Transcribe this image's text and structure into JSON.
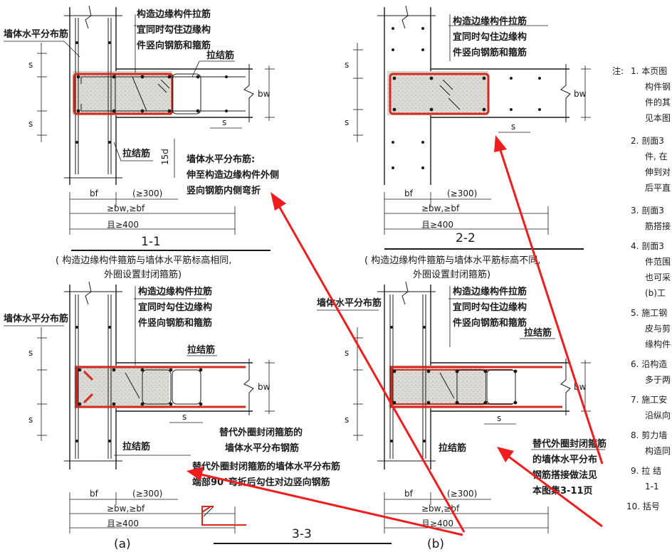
{
  "colors": {
    "line": "#1a1a1a",
    "red_rebar": "#d42a1f",
    "arrow": "#ef1d1d",
    "hatch": "#d7d5cf",
    "paper": "#ffffff"
  },
  "panels": {
    "p11": {
      "wall_rebar_label": "墙体水平分布筋",
      "tie_note_1": "构造边缘构件拉筋",
      "tie_note_2": "宜同时勾住边缘构",
      "tie_note_3": "件竖向钢筋和箍筋",
      "tie_label": "拉结筋",
      "tie_label_2": "拉结筋",
      "bend_note_1": "墙体水平分布筋:",
      "bend_note_2": "伸至构造边缘构件外侧",
      "bend_note_3": "竖向钢筋内侧弯折",
      "dim_s_top": "s",
      "dim_s_bot": "s",
      "dim_s": "s",
      "dim_bw": "bw",
      "dim_15d": "15d",
      "dim_bf": "bf",
      "dim_300": "(≥300)",
      "dim_bwbf": "≥bw,≥bf",
      "dim_400": "且≥400",
      "section": "1-1"
    },
    "p22": {
      "tie_note_1": "构造边缘构件拉筋",
      "tie_note_2": "宜同时勾住边缘构",
      "tie_note_3": "件竖向钢筋和箍筋",
      "dim_s_top": "s",
      "dim_s_bot": "s",
      "dim_s": "s",
      "dim_bw": "bw",
      "dim_bf": "bf",
      "dim_300": "(≥300)",
      "dim_bwbf": "≥bw,≥bf",
      "dim_400": "且≥400",
      "section": "2-2"
    },
    "caption_left_1": "( 构造边缘构件箍筋与墙体水平筋标高相同,",
    "caption_left_2": "外圈设置封闭箍筋)",
    "caption_right_1": "( 构造边缘构件箍筋与墙体水平筋标高不同,",
    "caption_right_2": "外圈设置封闭箍筋)",
    "pa": {
      "wall_rebar_label": "墙体水平分布筋",
      "tie_note_1": "构造边缘构件拉筋",
      "tie_note_2": "宜同时勾住边缘构",
      "tie_note_3": "件竖向钢筋和箍筋",
      "tie_label": "拉结筋",
      "tie_label_2": "拉结筋",
      "replace_1": "替代外圈封闭箍筋的",
      "replace_2": "墙体水平分布钢筋",
      "end_1": "替代外圈封闭箍筋的墙体水平分布筋",
      "end_2": "端部90°弯折后勾住对边竖向钢筋",
      "dim_s_top": "s",
      "dim_s_bot": "s",
      "dim_s": "s",
      "dim_bw": "bw",
      "dim_bf": "bf",
      "dim_300": "(≥300)",
      "dim_bwbf": "≥bw,≥bf",
      "dim_400": "且≥400",
      "label": "(a)"
    },
    "pb": {
      "wall_rebar_label": "墙体水平分布筋",
      "tie_note_1": "构造边缘构件拉筋",
      "tie_note_2": "宜同时勾住边缘构",
      "tie_note_3": "件竖向钢筋和箍筋",
      "tie_label": "拉结筋",
      "tie_label_2": "拉结筋",
      "replace_1": "替代外圈封闭箍筋",
      "replace_2": "的墙体水平分布",
      "replace_3": "钢筋搭接做法见",
      "replace_4": "本图集3-11页",
      "dim_s_top": "s",
      "dim_s_bot": "s",
      "dim_s": "s",
      "dim_bw": "bw",
      "dim_bf": "bf",
      "dim_300": "(≥300)",
      "dim_bwbf": "≥bw,≥bf",
      "dim_400": "且≥400",
      "label": "(b)"
    },
    "section_33": "3-3"
  },
  "notes": {
    "head": "注:",
    "items": [
      "1. 本页图",
      "构件钢",
      "件的其",
      "见本图",
      "2. 剖面3",
      "件, 在",
      "伸到对",
      "后平直",
      "3. 剖面3",
      "筋搭接",
      "4. 剖面3",
      "件范围",
      "也可采",
      "(b)工",
      "5. 施工钢",
      "皮与剪",
      "缘构件",
      "6. 沿构造",
      "多于两",
      "7. 施工安",
      "沿纵向",
      "8. 剪力墙",
      "构造同",
      "9. 拉 结",
      "1-1",
      "10. 括号"
    ]
  }
}
